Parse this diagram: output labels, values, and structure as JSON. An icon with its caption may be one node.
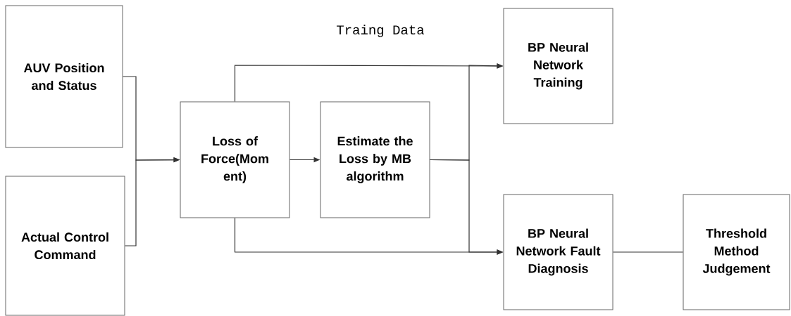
{
  "diagram": {
    "nodes": [
      {
        "text": [
          "AUV Position and Status"
        ]
      },
      {
        "text": [
          "Actual Control Command"
        ]
      },
      {
        "text": [
          "Loss of Force(Mom ent)"
        ]
      },
      {
        "text": [
          "Estimate the Loss by MB algorithm"
        ]
      },
      {
        "text": [
          "BP Neural Network Training"
        ]
      },
      {
        "text": [
          "BP Neural Network Fault Diagnosis"
        ]
      },
      {
        "text": [
          "Threshold Method Judgement"
        ]
      }
    ],
    "edges": [
      {
        "from": 0,
        "to": 2,
        "arrow": "to"
      },
      {
        "from": 1,
        "to": 2,
        "arrow": "to"
      },
      {
        "from": 2,
        "to": 3,
        "arrow": "to"
      },
      {
        "from": 2,
        "to": 4,
        "arrow": "to"
      },
      {
        "from": 2,
        "to": 5,
        "arrow": "to"
      },
      {
        "from": 3,
        "to": 4,
        "arrow": "to"
      },
      {
        "from": 3,
        "to": 5,
        "arrow": "to"
      },
      {
        "from": 5,
        "to": 6,
        "arrow": "none"
      }
    ],
    "labels": [
      "Traing Data"
    ]
  }
}
